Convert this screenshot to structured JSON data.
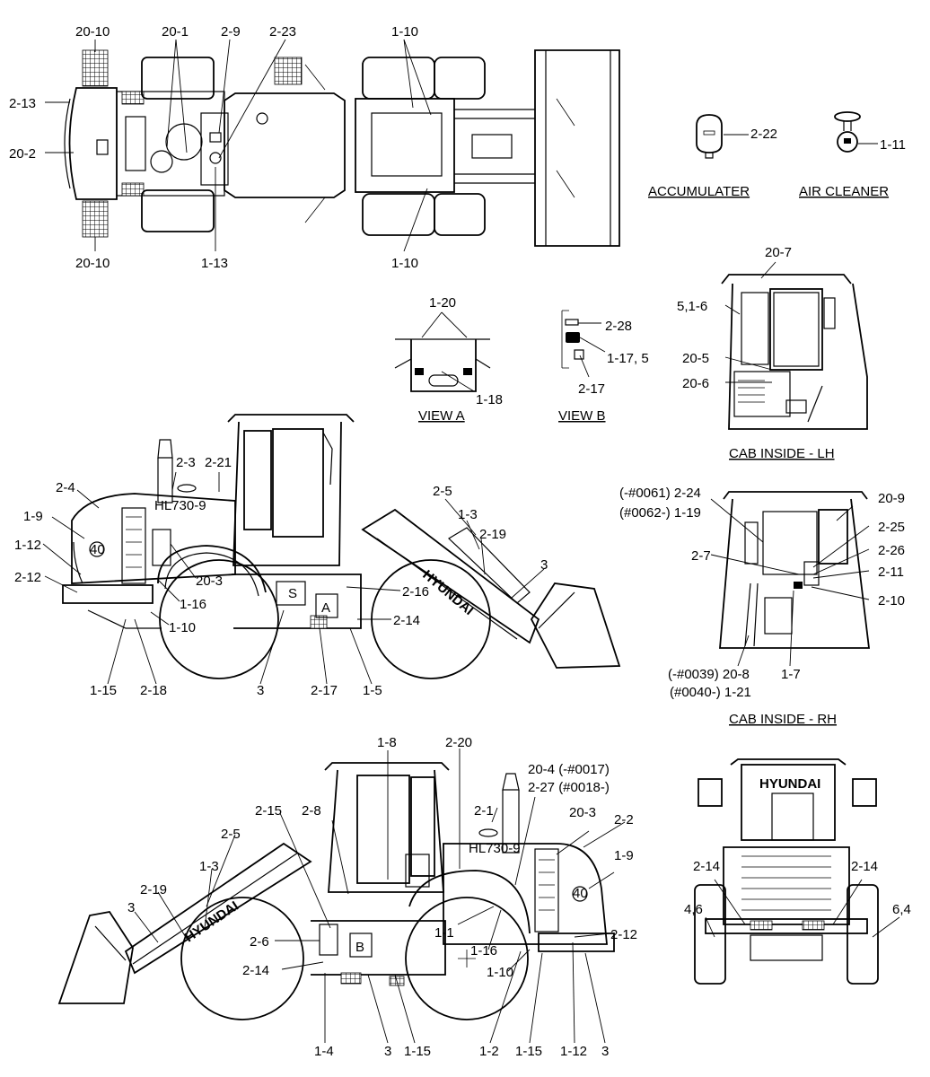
{
  "views": {
    "accumulater_title": "ACCUMULATER",
    "air_cleaner_title": "AIR CLEANER",
    "view_a_title": "VIEW A",
    "view_b_title": "VIEW B",
    "cab_lh_title": "CAB INSIDE - LH",
    "cab_rh_title": "CAB INSIDE - RH"
  },
  "markings": {
    "brand": "HYUNDAI",
    "model": "HL730-9",
    "view_a_marker": "A",
    "view_b_marker": "B",
    "speed_sign": "40"
  },
  "callouts": {
    "top": [
      "20-10",
      "20-1",
      "2-9",
      "2-23",
      "1-10",
      "2-13",
      "20-2",
      "20-10",
      "1-13",
      "1-10"
    ],
    "accessories": [
      "2-22",
      "1-11"
    ],
    "view_a": [
      "1-20",
      "1-18"
    ],
    "view_b": [
      "2-28",
      "1-17, 5",
      "2-17"
    ],
    "cab_lh": [
      "20-7",
      "5,1-6",
      "20-5",
      "20-6"
    ],
    "left_side": [
      "2-3",
      "2-21",
      "2-4",
      "1-9",
      "1-12",
      "2-12",
      "20-3",
      "1-16",
      "1-10",
      "1-15",
      "2-18",
      "3",
      "2-17",
      "1-5",
      "2-14",
      "2-16",
      "2-5",
      "1-3",
      "2-19",
      "3"
    ],
    "cab_rh": [
      "(-#0061) 2-24",
      "(#0062-) 1-19",
      "2-7",
      "20-9",
      "2-25",
      "2-26",
      "2-11",
      "2-10",
      "(-#0039) 20-8",
      "(#0040-) 1-21",
      "1-7"
    ],
    "right_side": [
      "1-8",
      "2-20",
      "20-4 (-#0017)",
      "2-27 (#0018-)",
      "2-15",
      "2-8",
      "2-1",
      "20-3",
      "2-2",
      "1-9",
      "2-5",
      "1-3",
      "2-19",
      "3",
      "2-6",
      "2-14",
      "1-1",
      "1-16",
      "1-10",
      "2-12",
      "1-4",
      "3",
      "1-15",
      "1-2",
      "1-15",
      "1-12",
      "3"
    ],
    "rear": [
      "2-14",
      "2-14",
      "4,6",
      "6,4"
    ]
  }
}
